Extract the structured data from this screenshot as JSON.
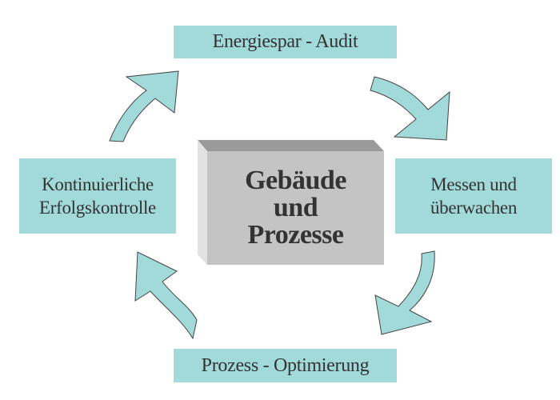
{
  "diagram": {
    "center": {
      "lines": [
        "Gebäude",
        "und",
        "Prozesse"
      ]
    },
    "steps": [
      {
        "id": "top",
        "label": "Energiespar - Audit"
      },
      {
        "id": "right",
        "lines": [
          "Messen und",
          "überwachen"
        ]
      },
      {
        "id": "bottom",
        "label": "Prozess - Optimierung"
      },
      {
        "id": "left",
        "lines": [
          "Kontinuierliche",
          "Erfolgskontrolle"
        ]
      }
    ],
    "cycle_order": [
      "Energiespar - Audit",
      "Messen und überwachen",
      "Prozess - Optimierung",
      "Kontinuierliche Erfolgskontrolle"
    ],
    "arrows": [
      {
        "name": "arrow-left-to-top",
        "direction": "clockwise"
      },
      {
        "name": "arrow-top-to-right",
        "direction": "clockwise"
      },
      {
        "name": "arrow-right-to-bottom",
        "direction": "clockwise"
      },
      {
        "name": "arrow-bottom-to-left",
        "direction": "clockwise"
      }
    ],
    "colors": {
      "step_fill": "#a2d9d9",
      "arrow_fill": "#a2d9d9",
      "arrow_stroke": "#444444",
      "center_face": "#c4c4c4",
      "center_top_bevel": "#9a9a9a",
      "center_left_bevel": "#e2e2e2",
      "text": "#333333"
    }
  }
}
